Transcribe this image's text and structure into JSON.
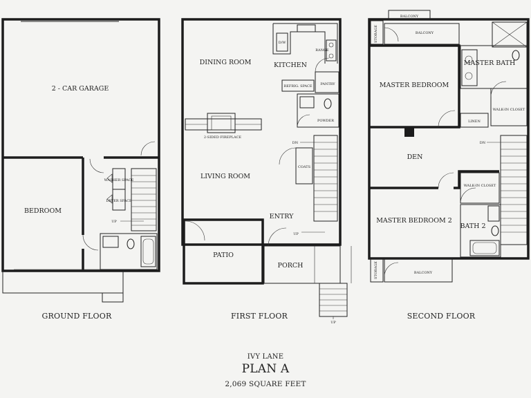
{
  "floors": {
    "ground": {
      "label": "GROUND FLOOR",
      "rooms": {
        "garage": "2 - CAR GARAGE",
        "bedroom": "BEDROOM",
        "washer": "WASHER SPACE",
        "dryer": "DRYER SPACE",
        "up": "UP"
      }
    },
    "first": {
      "label": "FIRST FLOOR",
      "rooms": {
        "dining": "DINING ROOM",
        "kitchen": "KITCHEN",
        "refrig": "REFRIG. SPACE",
        "pantry": "PANTRY",
        "powder": "POWDER",
        "fireplace": "2-SIDED FIREPLACE",
        "living": "LIVING ROOM",
        "coats": "COATS",
        "entry": "ENTRY",
        "patio": "PATIO",
        "porch": "PORCH",
        "dn": "DN",
        "up": "UP",
        "up_stair": "UP",
        "dw": "D/W",
        "range": "RANGE"
      }
    },
    "second": {
      "label": "SECOND FLOOR",
      "rooms": {
        "balcony_top": "BALCONY",
        "balcony_inner": "BALCONY",
        "storage_top": "STORAGE",
        "master_bedroom": "MASTER BEDROOM",
        "master_bath": "MASTER BATH",
        "walkin": "WALK-IN CLOSET",
        "linen": "LINEN",
        "den": "DEN",
        "dn": "DN",
        "walkin2": "WALK-IN CLOSET",
        "master_bedroom2": "MASTER BEDROOM 2",
        "bath2": "BATH 2",
        "storage_bottom": "STORAGE",
        "balcony_bottom": "BALCONY"
      }
    }
  },
  "community": "IVY LANE",
  "plan_name": "PLAN A",
  "square_feet": "2,069 SQUARE FEET"
}
